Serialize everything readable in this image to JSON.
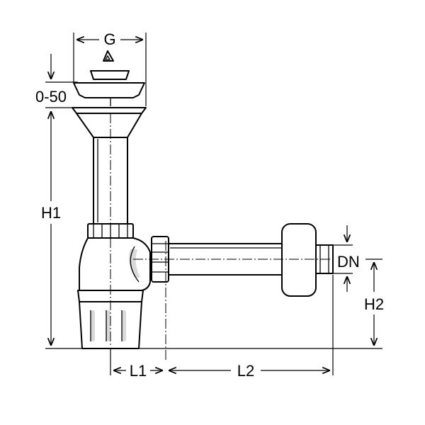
{
  "labels": {
    "g": "G",
    "range": "0-50",
    "h1": "H1",
    "dn": "DN",
    "h2": "H2",
    "l1": "L1",
    "l2": "L2"
  }
}
